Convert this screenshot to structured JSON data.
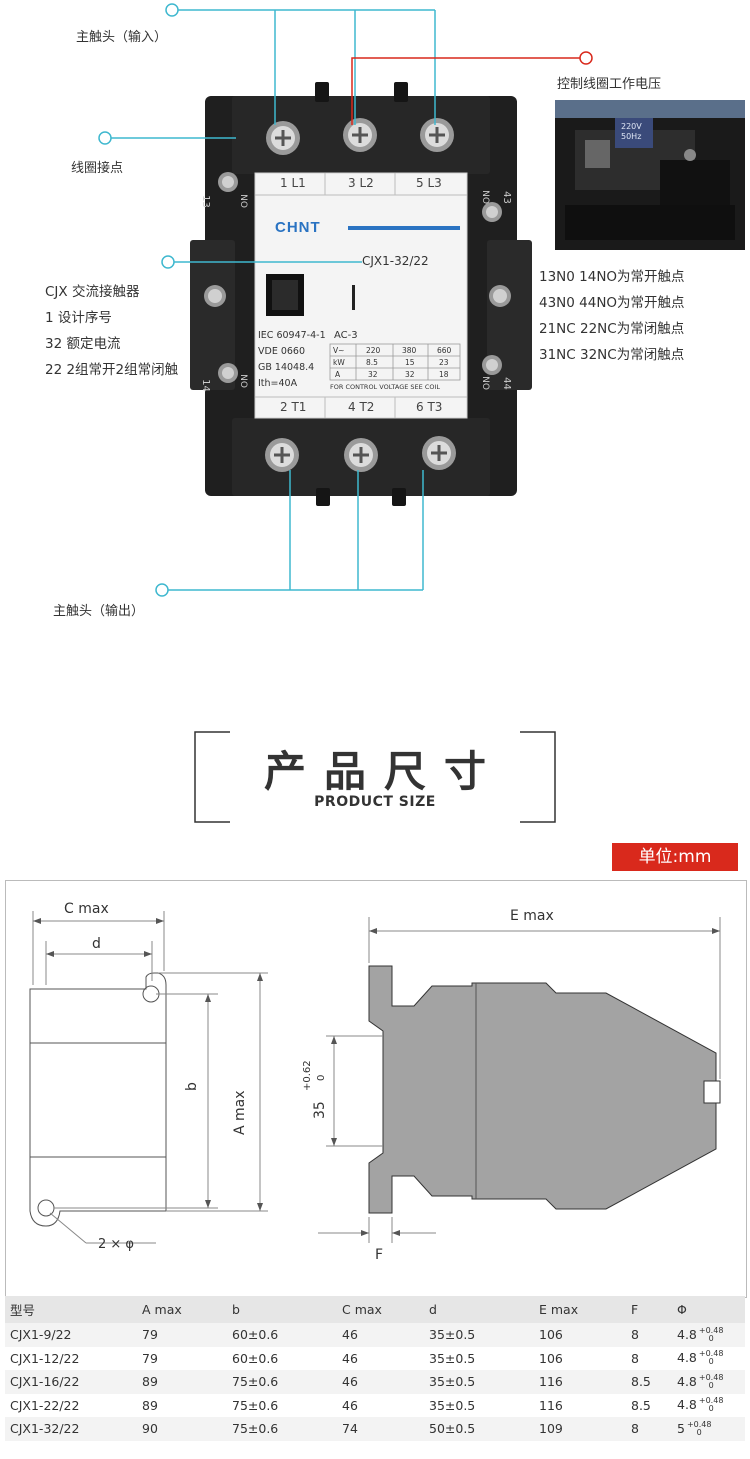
{
  "annotations": {
    "main_input": "主触头（输入）",
    "coil_terminal": "线圈接点",
    "control_voltage": "控制线圈工作电压",
    "model_desc": [
      "CJX 交流接触器",
      "1 设计序号",
      "32 额定电流",
      "22  2组常开2组常闭触"
    ],
    "aux_contacts": [
      "13N0 14NO为常开触点",
      "43N0 44NO为常开触点",
      "21NC 22NC为常闭触点",
      "31NC 32NC为常闭触点"
    ],
    "main_output": "主触头（输出）"
  },
  "device": {
    "brand": "CHNT",
    "model": "CJX1-32/22",
    "top_labels": [
      "1 L1",
      "3 L2",
      "5 L3"
    ],
    "bottom_labels": [
      "2 T1",
      "4 T2",
      "6 T3"
    ],
    "left_top_nums": [
      "13",
      "NO"
    ],
    "left_bottom_nums": [
      "14",
      "NO"
    ],
    "right_top_nums": [
      "43",
      "NO"
    ],
    "right_bottom_nums": [
      "44",
      "NO"
    ],
    "std_lines": [
      "IEC 60947-4-1",
      "VDE 0660",
      "GB 14048.4",
      "Ith=40A"
    ],
    "ac_label": "AC-3",
    "rating_table": [
      [
        "V~",
        "220",
        "380",
        "660"
      ],
      [
        "kW",
        "8.5",
        "15",
        "23"
      ],
      [
        "A",
        "32",
        "32",
        "18"
      ]
    ],
    "footer_note": "FOR CONTROL VOLTAGE SEE COIL",
    "coil_voltage": [
      "220V",
      "50Hz"
    ]
  },
  "section": {
    "title_cn": "产品尺寸",
    "title_en": "PRODUCT SIZE",
    "unit": "单位:mm"
  },
  "drawing": {
    "c_max": "C max",
    "d": "d",
    "b": "b",
    "a_max": "A max",
    "hole": "2 × φ",
    "e_max": "E max",
    "f": "F",
    "dim35": "35",
    "dim35_tol_upper": "+0.62",
    "dim35_tol_lower": "0"
  },
  "table": {
    "headers": [
      "型号",
      "A max",
      "b",
      "C max",
      "d",
      "E max",
      "F",
      "Φ"
    ],
    "rows": [
      {
        "model": "CJX1-9/22",
        "a": "79",
        "b": "60±0.6",
        "c": "46",
        "d": "35±0.5",
        "e": "106",
        "f": "8",
        "phi": "4.8",
        "tu": "+0.48",
        "tl": "0"
      },
      {
        "model": "CJX1-12/22",
        "a": "79",
        "b": "60±0.6",
        "c": "46",
        "d": "35±0.5",
        "e": "106",
        "f": "8",
        "phi": "4.8",
        "tu": "+0.48",
        "tl": "0"
      },
      {
        "model": "CJX1-16/22",
        "a": "89",
        "b": "75±0.6",
        "c": "46",
        "d": "35±0.5",
        "e": "116",
        "f": "8.5",
        "phi": "4.8",
        "tu": "+0.48",
        "tl": "0"
      },
      {
        "model": "CJX1-22/22",
        "a": "89",
        "b": "75±0.6",
        "c": "46",
        "d": "35±0.5",
        "e": "116",
        "f": "8.5",
        "phi": "4.8",
        "tu": "+0.48",
        "tl": "0"
      },
      {
        "model": "CJX1-32/22",
        "a": "90",
        "b": "75±0.6",
        "c": "74",
        "d": "50±0.5",
        "e": "109",
        "f": "8",
        "phi": "5",
        "tu": "+0.48",
        "tl": "0"
      }
    ]
  },
  "colors": {
    "accent_cyan": "#3fb8cf",
    "accent_red": "#d9291c",
    "chnt_blue": "#2a73c2",
    "device_black": "#1f1f1f",
    "drawing_gray": "#a3a3a3"
  }
}
